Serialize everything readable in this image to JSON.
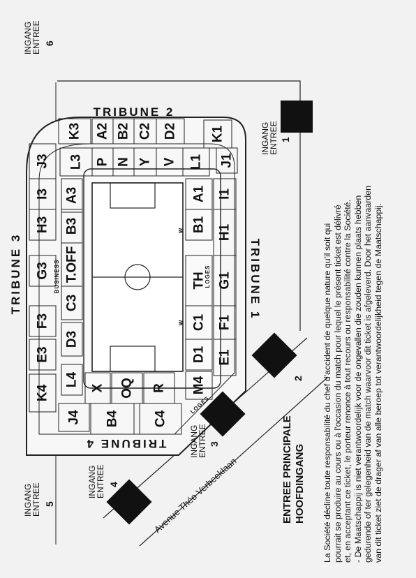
{
  "stands": {
    "t1": "TRIBUNE 1",
    "t2": "TRIBUNE 2",
    "t3": "TRIBUNE 3",
    "t4": "TRIBUNE 4"
  },
  "labels": {
    "business": "BUSINESS",
    "loges": "LOGES",
    "w": "W"
  },
  "sections": {
    "tribune2_outer": [
      "K3",
      "A2",
      "B2",
      "C2",
      "D2"
    ],
    "tribune2_inner": [
      "L3",
      "P",
      "N",
      "Y",
      "V",
      "L1"
    ],
    "corner_right": [
      "K1",
      "J1"
    ],
    "tribune1_outer": [
      "I1",
      "H1",
      "G1",
      "F1",
      "E1"
    ],
    "tribune1_inner": [
      "A1",
      "B1",
      "TH",
      "C1",
      "D1",
      "M4"
    ],
    "tribune3_outer": [
      "J3",
      "I3",
      "H3",
      "G3",
      "F3",
      "E3",
      "K4"
    ],
    "tribune3_inner": [
      "A3",
      "B3",
      "T.OFF",
      "C3",
      "D3",
      "L4"
    ],
    "corner_left": [
      "X",
      "OQ",
      "R"
    ],
    "tribune4": [
      "J4",
      "B4",
      "C4"
    ]
  },
  "gates": {
    "g1": {
      "ingang": "INGANG",
      "entree": "ENTREE",
      "num": "1"
    },
    "g2": {
      "num": "2"
    },
    "g3": {
      "ingang": "INGANG",
      "entree": "ENTREE",
      "num": "3"
    },
    "g4": {
      "ingang": "INGANG",
      "entree": "ENTREE",
      "num": "4"
    },
    "g5": {
      "ingang": "INGANG",
      "entree": "ENTREE",
      "num": "5"
    },
    "g6": {
      "ingang": "INGANG",
      "entree": "ENTREE",
      "num": "6"
    }
  },
  "main_entrance": {
    "fr": "ENTREE PRINCIPALE",
    "nl": "HOOFDINGANG"
  },
  "street": "Avenue Théo Verbeeklaan",
  "disclaimer": [
    "La Société décline toute responsabilité du chef d'accident de quelque nature qu'il soit qui",
    "pourrait se produire au cours ou à l'occasion du match pour lequel le présent ticket est délivré",
    "et, en acceptant ce ticket, le porteur renonce à tout recours ou responsabilité contre la Société.",
    "- De Maatschappij is niet verantwoordelijk voor de ongevallen die zouden kunnen plaats hebben",
    "gedurende of ter gelegenheid van de match waarvoor dit ticket is afgeleverd. Door het aanvaarden",
    "van dit ticket ziet de drager af van alle beroep tot verantwoordelijkheid tegen de Maatschappij.",
    "",
    ""
  ]
}
